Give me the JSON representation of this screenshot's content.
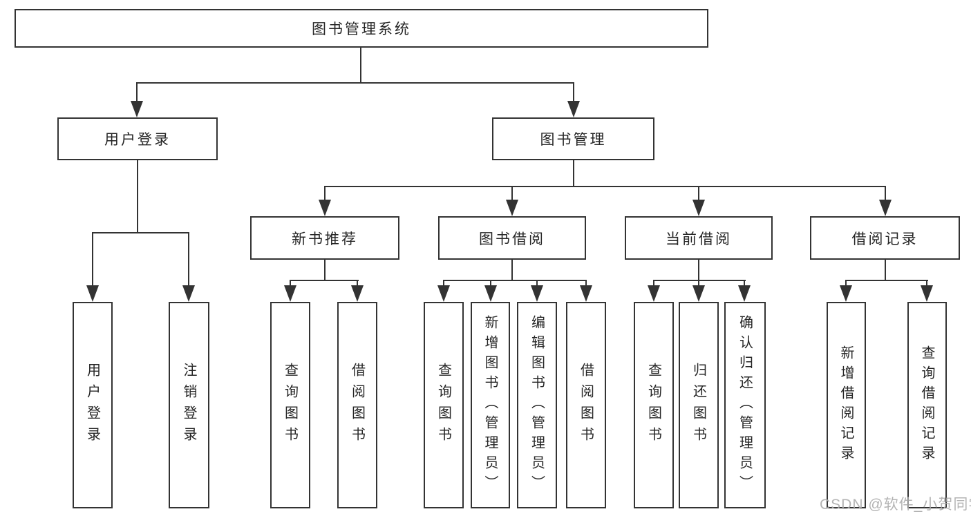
{
  "colors": {
    "line": "#333333",
    "text": "#262626",
    "watermark": "#acacac",
    "background": "#ffffff"
  },
  "tree": {
    "root": {
      "label": "图书管理系统"
    },
    "branches": [
      {
        "label": "用户登录",
        "children": [
          {
            "label": "用户登录"
          },
          {
            "label": "注销登录"
          }
        ]
      },
      {
        "label": "图书管理",
        "groups": [
          {
            "label": "新书推荐",
            "children": [
              {
                "label": "查询图书"
              },
              {
                "label": "借阅图书"
              }
            ]
          },
          {
            "label": "图书借阅",
            "children": [
              {
                "label": "查询图书"
              },
              {
                "label": "新增图书（管理员）"
              },
              {
                "label": "编辑图书（管理员）"
              },
              {
                "label": "借阅图书"
              }
            ]
          },
          {
            "label": "当前借阅",
            "children": [
              {
                "label": "查询图书"
              },
              {
                "label": "归还图书"
              },
              {
                "label": "确认归还（管理员）"
              }
            ]
          },
          {
            "label": "借阅记录",
            "children": [
              {
                "label": "新增借阅记录"
              },
              {
                "label": "查询借阅记录"
              }
            ]
          }
        ]
      }
    ]
  },
  "watermark": {
    "text": "CSDN @软件_小贺同学"
  }
}
